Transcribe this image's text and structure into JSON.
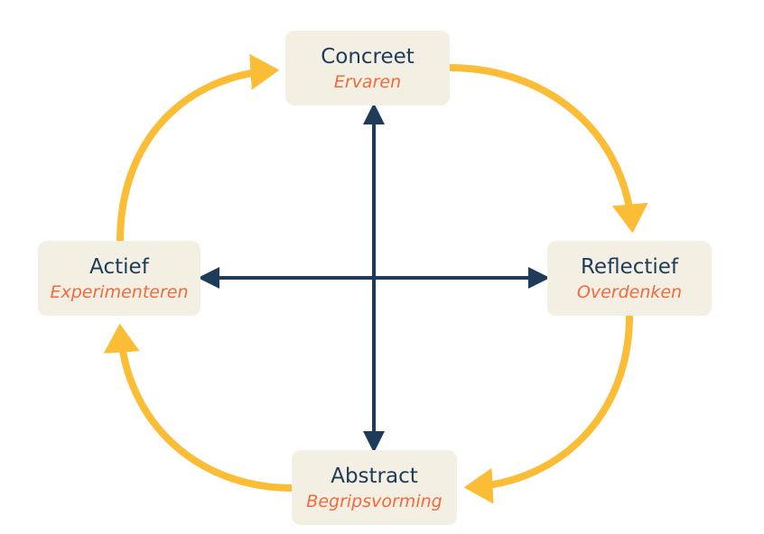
{
  "diagram": {
    "nodes": {
      "top": {
        "title": "Concreet",
        "subtitle": "Ervaren"
      },
      "right": {
        "title": "Reflectief",
        "subtitle": "Overdenken"
      },
      "bottom": {
        "title": "Abstract",
        "subtitle": "Begripsvorming"
      },
      "left": {
        "title": "Actief",
        "subtitle": "Experimenteren"
      }
    },
    "colors": {
      "cycle_arrow": "#fbbd35",
      "axis": "#1f3b5a",
      "title_text": "#1f3b5a",
      "subtitle_text": "#f26a3d",
      "box_fill": "#f3efe2"
    }
  }
}
